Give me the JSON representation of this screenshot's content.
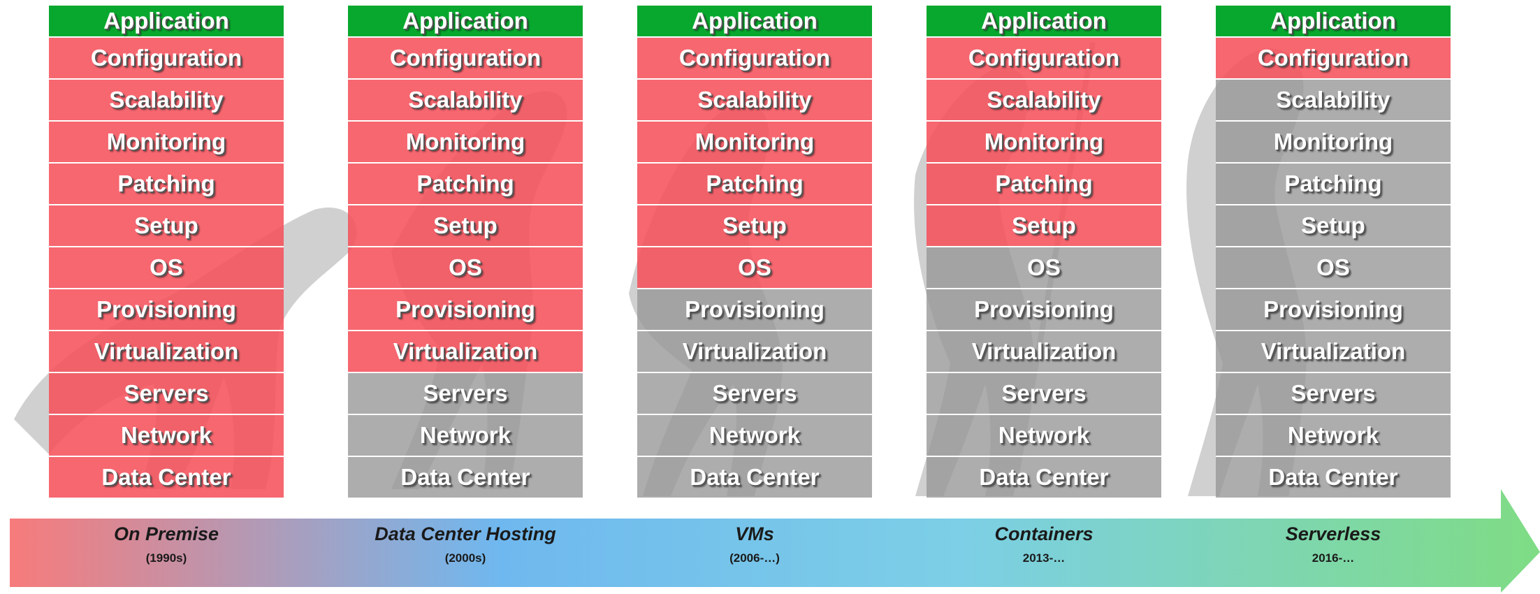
{
  "columns": [
    {
      "era": "On Premise",
      "date": "(1990s)",
      "layers": [
        {
          "label": "Application",
          "state": "green"
        },
        {
          "label": "Configuration",
          "state": "red"
        },
        {
          "label": "Scalability",
          "state": "red"
        },
        {
          "label": "Monitoring",
          "state": "red"
        },
        {
          "label": "Patching",
          "state": "red"
        },
        {
          "label": "Setup",
          "state": "red"
        },
        {
          "label": "OS",
          "state": "red"
        },
        {
          "label": "Provisioning",
          "state": "red"
        },
        {
          "label": "Virtualization",
          "state": "red"
        },
        {
          "label": "Servers",
          "state": "red"
        },
        {
          "label": "Network",
          "state": "red"
        },
        {
          "label": "Data Center",
          "state": "red"
        }
      ]
    },
    {
      "era": "Data Center Hosting",
      "date": "(2000s)",
      "layers": [
        {
          "label": "Application",
          "state": "green"
        },
        {
          "label": "Configuration",
          "state": "red"
        },
        {
          "label": "Scalability",
          "state": "red"
        },
        {
          "label": "Monitoring",
          "state": "red"
        },
        {
          "label": "Patching",
          "state": "red"
        },
        {
          "label": "Setup",
          "state": "red"
        },
        {
          "label": "OS",
          "state": "red"
        },
        {
          "label": "Provisioning",
          "state": "red"
        },
        {
          "label": "Virtualization",
          "state": "red"
        },
        {
          "label": "Servers",
          "state": "gray"
        },
        {
          "label": "Network",
          "state": "gray"
        },
        {
          "label": "Data Center",
          "state": "gray"
        }
      ]
    },
    {
      "era": "VMs",
      "date": "(2006-…)",
      "layers": [
        {
          "label": "Application",
          "state": "green"
        },
        {
          "label": "Configuration",
          "state": "red"
        },
        {
          "label": "Scalability",
          "state": "red"
        },
        {
          "label": "Monitoring",
          "state": "red"
        },
        {
          "label": "Patching",
          "state": "red"
        },
        {
          "label": "Setup",
          "state": "red"
        },
        {
          "label": "OS",
          "state": "red"
        },
        {
          "label": "Provisioning",
          "state": "gray"
        },
        {
          "label": "Virtualization",
          "state": "gray"
        },
        {
          "label": "Servers",
          "state": "gray"
        },
        {
          "label": "Network",
          "state": "gray"
        },
        {
          "label": "Data Center",
          "state": "gray"
        }
      ]
    },
    {
      "era": "Containers",
      "date": "2013-…",
      "layers": [
        {
          "label": "Application",
          "state": "green"
        },
        {
          "label": "Configuration",
          "state": "red"
        },
        {
          "label": "Scalability",
          "state": "red"
        },
        {
          "label": "Monitoring",
          "state": "red"
        },
        {
          "label": "Patching",
          "state": "red"
        },
        {
          "label": "Setup",
          "state": "red"
        },
        {
          "label": "OS",
          "state": "gray"
        },
        {
          "label": "Provisioning",
          "state": "gray"
        },
        {
          "label": "Virtualization",
          "state": "gray"
        },
        {
          "label": "Servers",
          "state": "gray"
        },
        {
          "label": "Network",
          "state": "gray"
        },
        {
          "label": "Data Center",
          "state": "gray"
        }
      ]
    },
    {
      "era": "Serverless",
      "date": "2016-…",
      "layers": [
        {
          "label": "Application",
          "state": "green"
        },
        {
          "label": "Configuration",
          "state": "red"
        },
        {
          "label": "Scalability",
          "state": "gray"
        },
        {
          "label": "Monitoring",
          "state": "gray"
        },
        {
          "label": "Patching",
          "state": "gray"
        },
        {
          "label": "Setup",
          "state": "gray"
        },
        {
          "label": "OS",
          "state": "gray"
        },
        {
          "label": "Provisioning",
          "state": "gray"
        },
        {
          "label": "Virtualization",
          "state": "gray"
        },
        {
          "label": "Servers",
          "state": "gray"
        },
        {
          "label": "Network",
          "state": "gray"
        },
        {
          "label": "Data Center",
          "state": "gray"
        }
      ]
    }
  ],
  "colors": {
    "green": "#08a82e",
    "red": "#f44e58",
    "gray": "#969696",
    "arrow_start": "#f77b7b",
    "arrow_mid": "#6fb8ef",
    "arrow_end": "#7fdc84"
  },
  "icons": [
    "evolution-silhouette-icon",
    "timeline-arrow-icon"
  ]
}
